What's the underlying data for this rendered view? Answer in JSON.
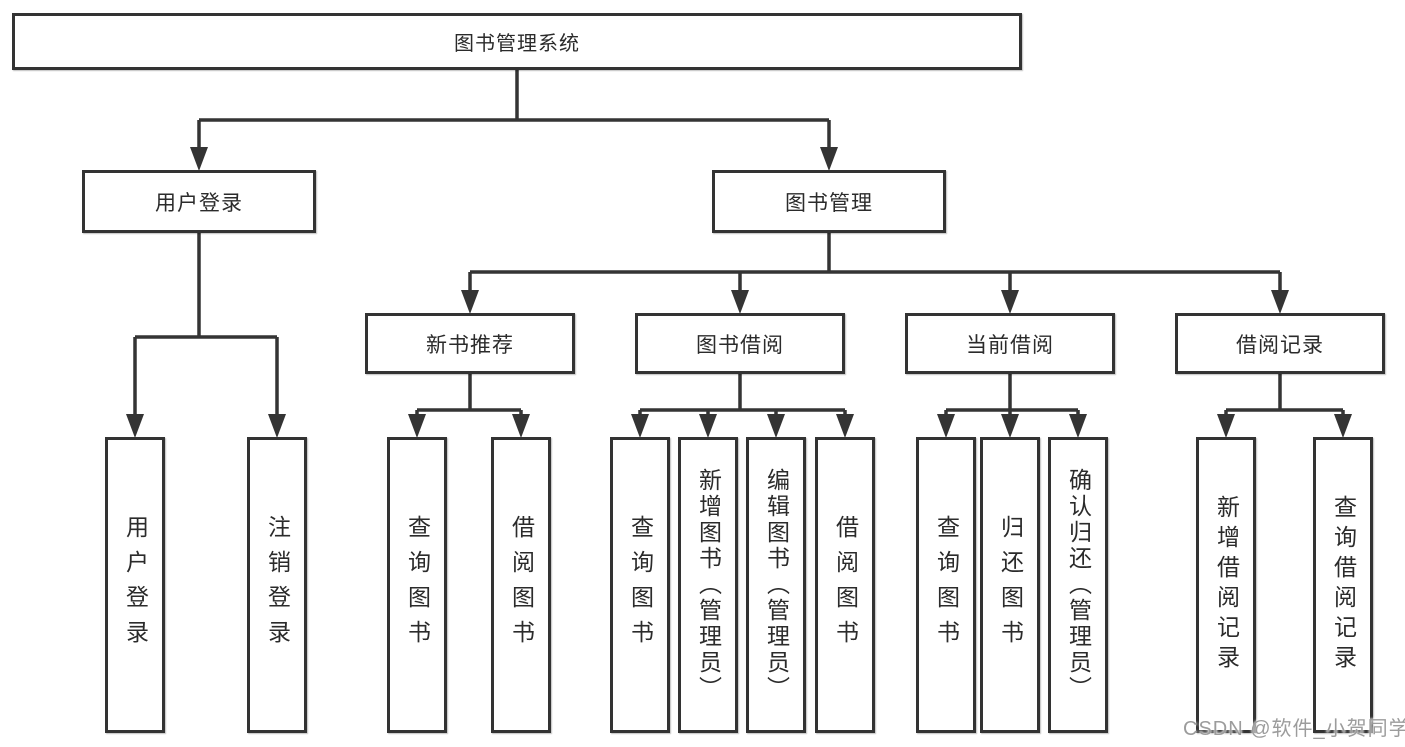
{
  "chart": {
    "root": "图书管理系统",
    "level2": [
      "用户登录",
      "图书管理"
    ],
    "level3": [
      "新书推荐",
      "图书借阅",
      "当前借阅",
      "借阅记录"
    ],
    "leaves": {
      "login": [
        "用户登录",
        "注销登录"
      ],
      "recommend": [
        "查询图书",
        "借阅图书"
      ],
      "borrow": [
        "查询图书",
        "新增图书（管理员）",
        "编辑图书（管理员）",
        "借阅图书"
      ],
      "current": [
        "查询图书",
        "归还图书",
        "确认归还（管理员）"
      ],
      "records": [
        "新增借阅记录",
        "查询借阅记录"
      ]
    }
  },
  "watermark": {
    "text": "CSDN @软件_小贺同学",
    "color": "#9c9c9c"
  },
  "colors": {
    "background": "#ffffff",
    "box_border": "#333333",
    "connector_line": "#343434",
    "text": "#2b2b2b"
  }
}
